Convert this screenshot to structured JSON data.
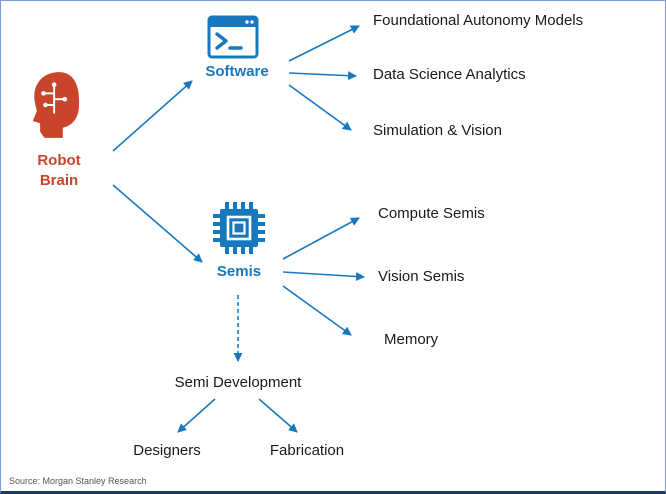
{
  "page": {
    "source_note": "Source: Morgan Stanley Research"
  },
  "colors": {
    "accent_blue": "#1878be",
    "brand_red": "#c9442a",
    "frame_border": "#7b9bd2",
    "frame_bottom": "#1f3864",
    "leaf_text": "#1a1a1a"
  },
  "root": {
    "label_line1": "Robot",
    "label_line2": "Brain"
  },
  "branches": {
    "software": {
      "label": "Software",
      "children": [
        "Foundational Autonomy Models",
        "Data Science Analytics",
        "Simulation & Vision"
      ]
    },
    "semis": {
      "label": "Semis",
      "children": [
        "Compute Semis",
        "Vision Semis",
        "Memory"
      ]
    },
    "semi_development": {
      "label": "Semi Development",
      "children": [
        "Designers",
        "Fabrication"
      ]
    }
  },
  "icons": {
    "root": "head-circuit-icon",
    "software": "terminal-window-icon",
    "semis": "chip-icon"
  }
}
